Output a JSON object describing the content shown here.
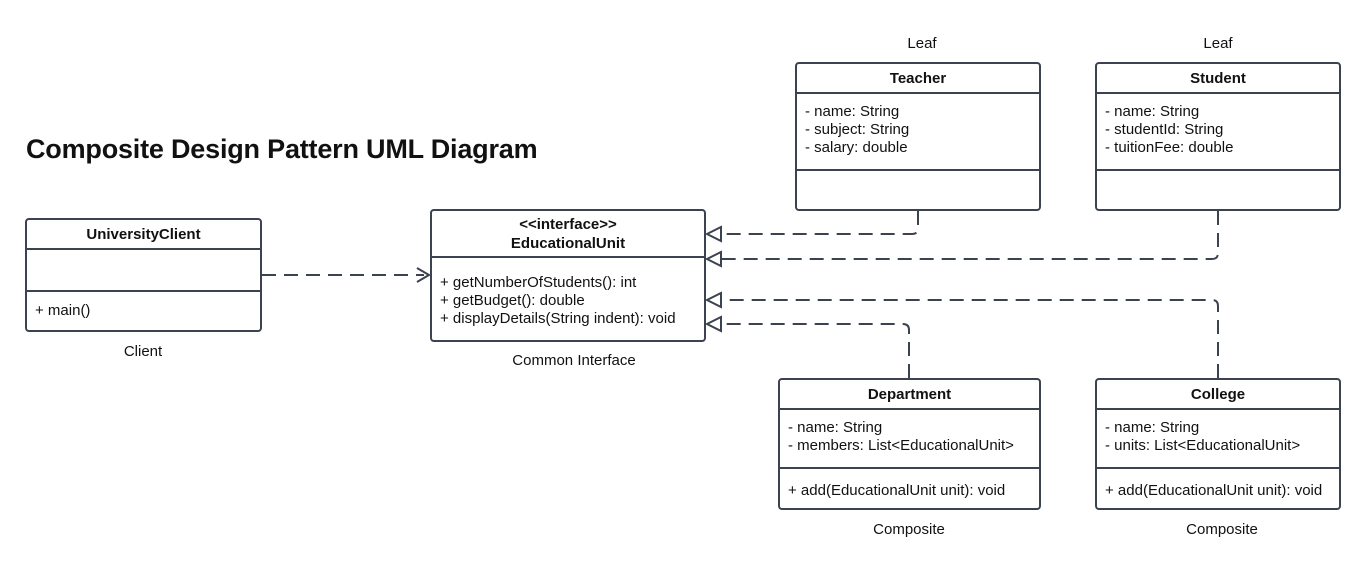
{
  "title": "Composite Design Pattern UML Diagram",
  "colors": {
    "stroke": "#3b4250",
    "text": "#111111",
    "background": "#ffffff"
  },
  "classes": {
    "client": {
      "name": "UniversityClient",
      "attributes": [],
      "methods": [
        "+ main()"
      ],
      "caption": "Client"
    },
    "interface": {
      "stereotype": "<<interface>>",
      "name": "EducationalUnit",
      "methods": [
        "+ getNumberOfStudents(): int",
        "+ getBudget(): double",
        "+ displayDetails(String indent): void"
      ],
      "caption": "Common Interface"
    },
    "teacher": {
      "name": "Teacher",
      "attributes": [
        "- name: String",
        "- subject: String",
        "- salary: double"
      ],
      "methods": [],
      "caption": "Leaf"
    },
    "student": {
      "name": "Student",
      "attributes": [
        "- name: String",
        "- studentId: String",
        "- tuitionFee: double"
      ],
      "methods": [],
      "caption": "Leaf"
    },
    "department": {
      "name": "Department",
      "attributes": [
        "- name: String",
        "- members: List<EducationalUnit>"
      ],
      "methods": [
        "+ add(EducationalUnit unit): void"
      ],
      "caption": "Composite"
    },
    "college": {
      "name": "College",
      "attributes": [
        "- name: String",
        "- units: List<EducationalUnit>"
      ],
      "methods": [
        "+ add(EducationalUnit unit): void"
      ],
      "caption": "Composite"
    }
  },
  "relationships": [
    {
      "from": "client",
      "to": "interface",
      "type": "dependency"
    },
    {
      "from": "teacher",
      "to": "interface",
      "type": "realization"
    },
    {
      "from": "student",
      "to": "interface",
      "type": "realization"
    },
    {
      "from": "college",
      "to": "interface",
      "type": "realization"
    },
    {
      "from": "department",
      "to": "interface",
      "type": "realization"
    }
  ]
}
